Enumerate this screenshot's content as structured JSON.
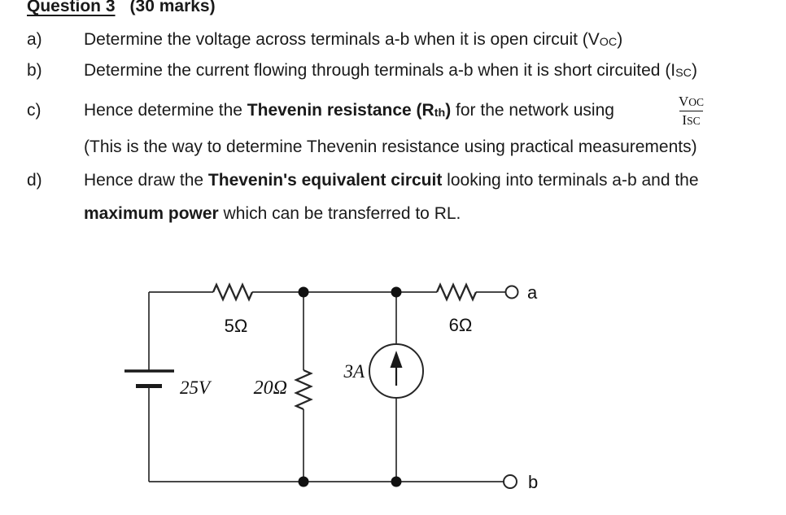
{
  "page": {
    "title_underlined": "Question 3",
    "title_rest": "(30 marks)"
  },
  "questions": {
    "a": {
      "label": "a)",
      "pre": "Determine the voltage across terminals a-b when it is open circuit (V",
      "sub": "OC",
      "post": ")"
    },
    "b": {
      "label": "b)",
      "pre": "Determine the current flowing through terminals a-b when it is short circuited (I",
      "sub": "SC",
      "post": ")"
    },
    "c": {
      "label": "c)",
      "pre": "Hence determine the ",
      "bold_pre": "Thevenin resistance (R",
      "bold_sub": "th",
      "bold_post": ")",
      "post": " for the network using",
      "note": "(This is the way to determine Thevenin resistance using practical measurements)"
    },
    "d": {
      "label": "d)",
      "pre": "Hence draw the ",
      "bold1": "Thevenin's equivalent circuit",
      "mid": " looking into terminals a-b and the",
      "bold2": "maximum power",
      "post2": " which can be transferred to RL."
    }
  },
  "fraction": {
    "num_main": "V",
    "num_small": "OC",
    "den_main": "I",
    "den_small": "SC"
  },
  "circuit": {
    "resistor_r1_label": "5Ω",
    "resistor_r2_label": "6Ω",
    "resistor_r3_label": "20Ω",
    "voltage_source_label": "25V",
    "current_source_label": "3A",
    "terminal_a_label": "a",
    "terminal_b_label": "b",
    "wire_color": "#2e2e2e",
    "text_color": "#111111"
  }
}
